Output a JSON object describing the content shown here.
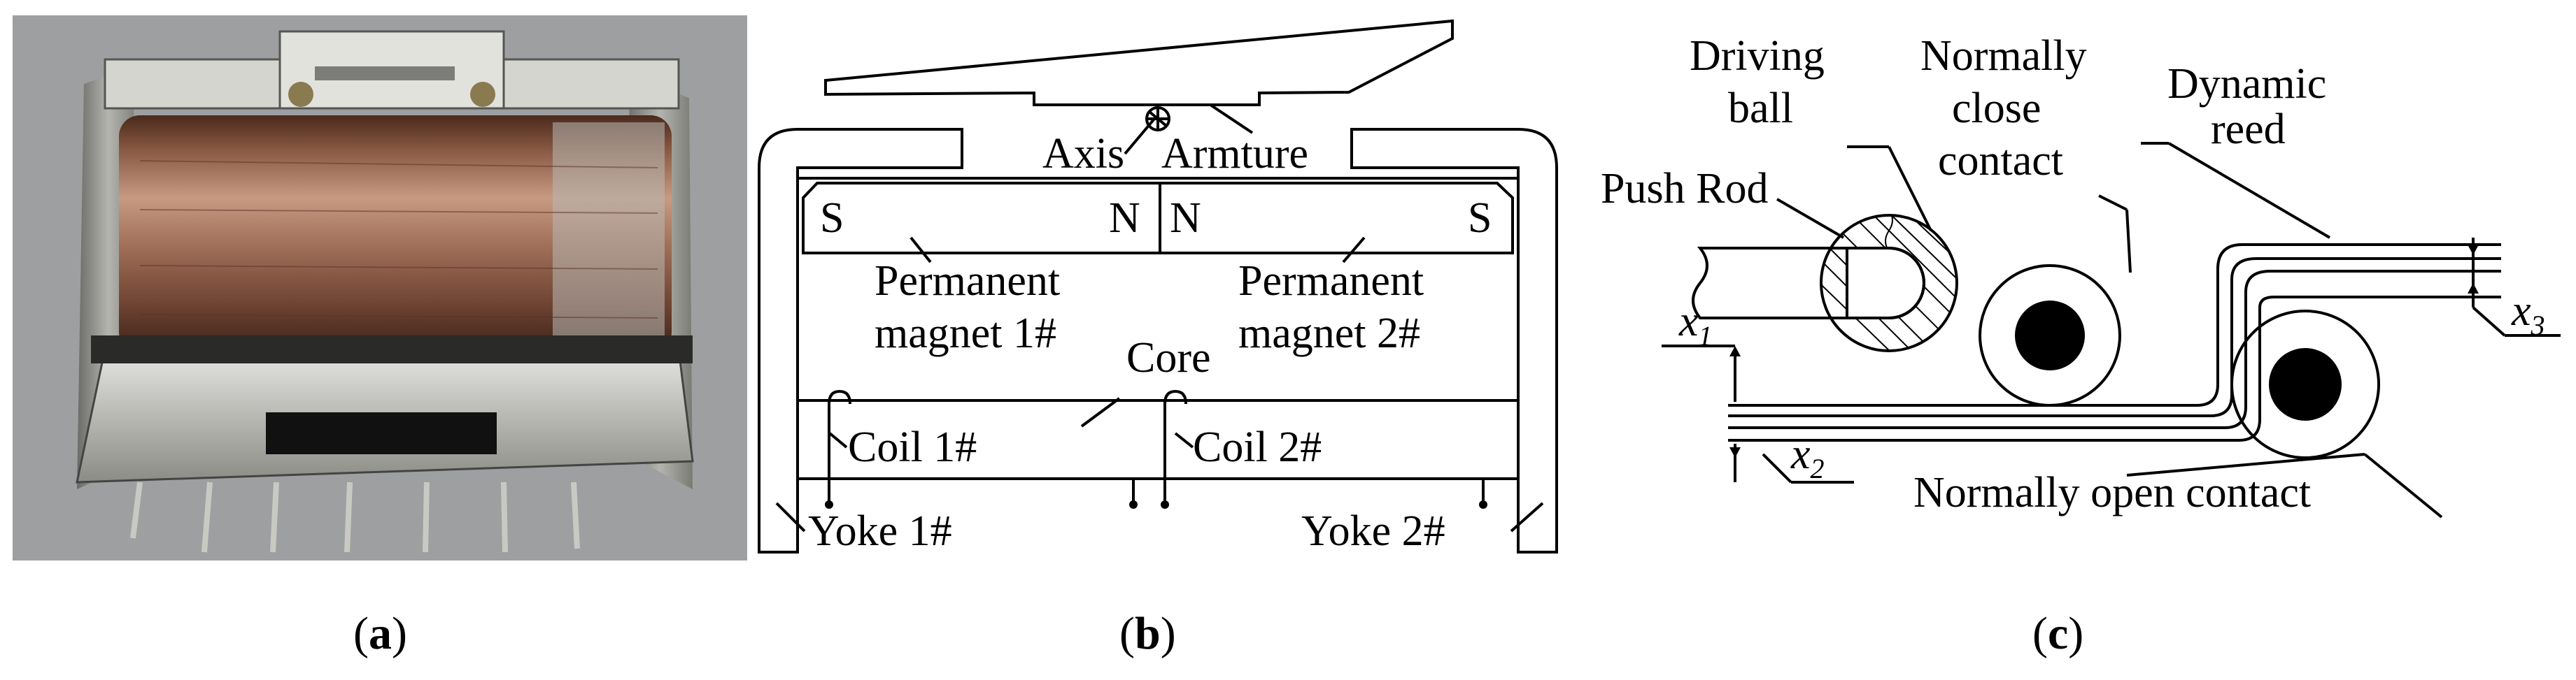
{
  "panels": {
    "a": {
      "caption_open": "(",
      "caption_letter": "a",
      "caption_close": ")"
    },
    "b": {
      "caption_open": "(",
      "caption_letter": "b",
      "caption_close": ")",
      "labels": {
        "axis": "Axis",
        "armature": "Armture",
        "pole_s_left": "S",
        "pole_n_left": "N",
        "pole_n_right": "N",
        "pole_s_right": "S",
        "pm1_line1": "Permanent",
        "pm1_line2": "magnet 1#",
        "pm2_line1": "Permanent",
        "pm2_line2": "magnet 2#",
        "core": "Core",
        "coil1": "Coil 1#",
        "coil2": "Coil 2#",
        "yoke1": "Yoke 1#",
        "yoke2": "Yoke 2#"
      }
    },
    "c": {
      "caption_open": "(",
      "caption_letter": "c",
      "caption_close": ")",
      "labels": {
        "driving_line1": "Driving",
        "driving_line2": "ball",
        "nc_line1": "Normally",
        "nc_line2": "close",
        "nc_line3": "contact",
        "dyn_line1": "Dynamic",
        "dyn_line2": "reed",
        "push_rod": "Push Rod",
        "x1": "x",
        "x1_sub": "1",
        "x2": "x",
        "x2_sub": "2",
        "x3": "x",
        "x3_sub": "3",
        "no_contact": "Normally open contact"
      }
    }
  }
}
